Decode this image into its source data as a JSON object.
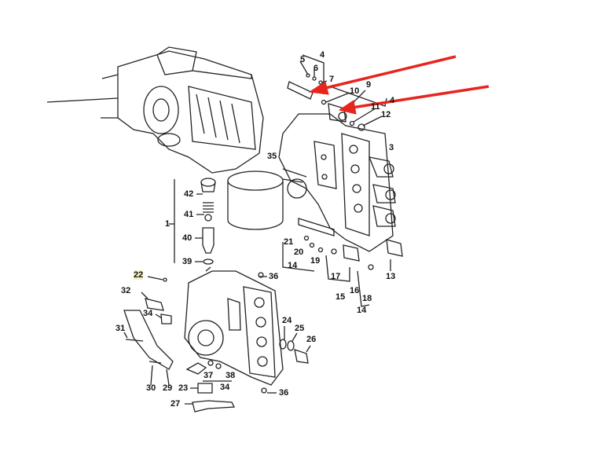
{
  "diagram": {
    "type": "exploded parts diagram",
    "highlight_color": "#e8241f",
    "labels": {
      "l4a": "4",
      "l5": "5",
      "l6": "6",
      "l7": "7",
      "l9": "9",
      "l10": "10",
      "l4b": "4",
      "l11": "11",
      "l12": "12",
      "l3": "3",
      "l35": "35",
      "l42": "42",
      "l41": "41",
      "l40": "40",
      "l39": "39",
      "l1": "1",
      "l21": "21",
      "l20": "20",
      "l19": "19",
      "l14a": "14",
      "l17": "17",
      "l16": "16",
      "l15": "15",
      "l18": "18",
      "l14b": "14",
      "l13": "13",
      "l22": "22",
      "l36a": "36",
      "l32": "32",
      "l34a": "34",
      "l31": "31",
      "l24": "24",
      "l25": "25",
      "l26": "26",
      "l37": "37",
      "l38": "38",
      "l34b": "34",
      "l30": "30",
      "l29": "29",
      "l23": "23",
      "l36b": "36",
      "l27": "27"
    }
  }
}
